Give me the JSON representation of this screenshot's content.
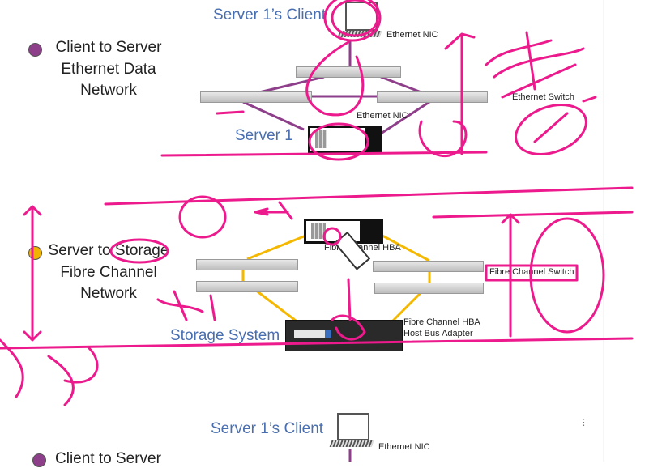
{
  "colors": {
    "ethernet": "#8e3f8a",
    "fibre": "#f5b800",
    "annotation": "#ec1a8c",
    "heading": "#4a6fb0",
    "bullet_ethernet": "#8e3f8a",
    "bullet_fibre": "#f0b400"
  },
  "section1": {
    "bullet_lines": [
      "Client to Server",
      "Ethernet Data",
      "Network"
    ],
    "client_label": "Server 1’s Client",
    "client_nic_label": "Ethernet NIC",
    "switch_label": "Ethernet Switch",
    "server_nic_label": "Ethernet NIC",
    "server_label": "Server 1"
  },
  "section2": {
    "bullet_lines": [
      "Server to Storage",
      "Fibre Channel",
      "Network"
    ],
    "server_hba_label": "Fibre Channel HBA",
    "switch_label": "Fibre Channel Switch",
    "storage_label": "Storage System",
    "storage_hba_lines": [
      "Fibre Channel HBA",
      "Host Bus Adapter"
    ]
  },
  "section3": {
    "client_label": "Server 1’s Client",
    "client_nic_label": "Ethernet NIC",
    "bullet_lines": [
      "Client to Server"
    ]
  },
  "icons": {
    "laptop": "laptop-icon",
    "server": "server-icon",
    "switch": "network-switch-icon",
    "storage": "storage-array-icon",
    "cursor": "pencil-cursor-icon"
  }
}
